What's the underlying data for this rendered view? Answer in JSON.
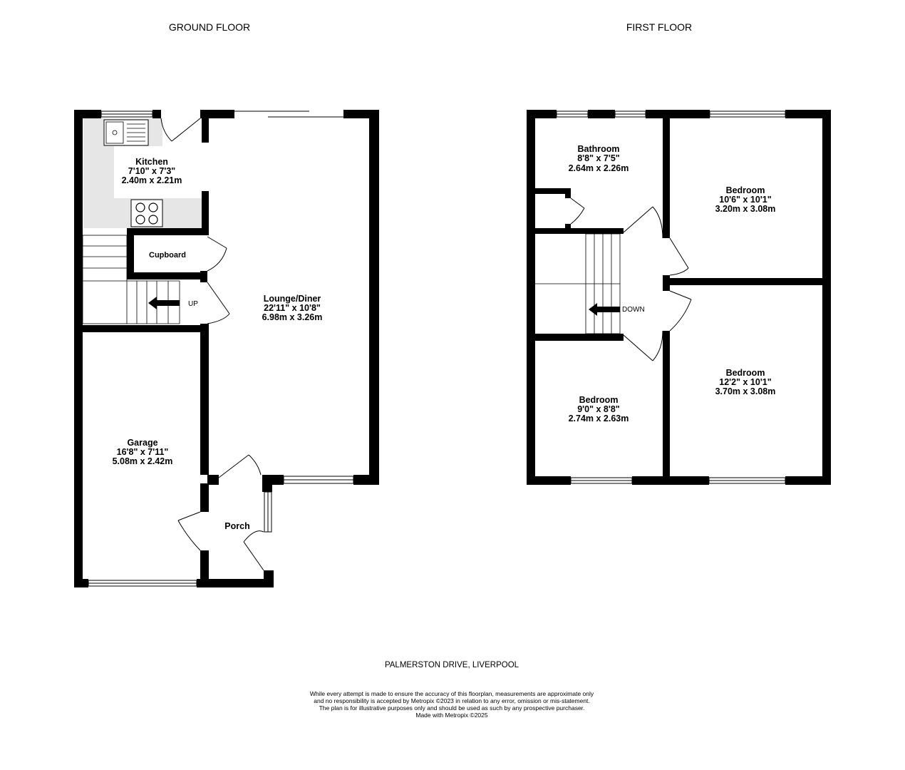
{
  "floors": {
    "ground": {
      "title": "GROUND FLOOR",
      "rooms": {
        "kitchen": {
          "name": "Kitchen",
          "imperial": "7'10\"  x 7'3\"",
          "metric": "2.40m  x 2.21m"
        },
        "cupboard": {
          "name": "Cupboard"
        },
        "lounge": {
          "name": "Lounge/Diner",
          "imperial": "22'11\"  x 10'8\"",
          "metric": "6.98m  x 3.26m"
        },
        "garage": {
          "name": "Garage",
          "imperial": "16'8\"  x 7'11\"",
          "metric": "5.08m  x 2.42m"
        },
        "porch": {
          "name": "Porch"
        }
      },
      "stairs_label": "UP"
    },
    "first": {
      "title": "FIRST FLOOR",
      "rooms": {
        "bathroom": {
          "name": "Bathroom",
          "imperial": "8'8\"  x 7'5\"",
          "metric": "2.64m  x 2.26m"
        },
        "bedroom1": {
          "name": "Bedroom",
          "imperial": "10'6\"  x 10'1\"",
          "metric": "3.20m  x 3.08m"
        },
        "bedroom2": {
          "name": "Bedroom",
          "imperial": "12'2\"  x 10'1\"",
          "metric": "3.70m  x 3.08m"
        },
        "bedroom3": {
          "name": "Bedroom",
          "imperial": "9'0\"  x 8'8\"",
          "metric": "2.74m  x 2.63m"
        }
      },
      "stairs_label": "DOWN"
    }
  },
  "address": "PALMERSTON DRIVE, LIVERPOOL",
  "disclaimer": {
    "line1": "While every attempt is made to ensure the accuracy of this floorplan, measurements are approximate only",
    "line2": "and no responsibility is accepted by Metropix ©2023 in relation to any error, omission or mis-statement.",
    "line3": "The plan is for illustrative purposes only and should be used as such by any prospective purchaser.",
    "line4": "Made with Metropix ©2025"
  },
  "colors": {
    "wall": "#000000",
    "kitchen_floor": "#e6e6e6",
    "background": "#ffffff"
  }
}
